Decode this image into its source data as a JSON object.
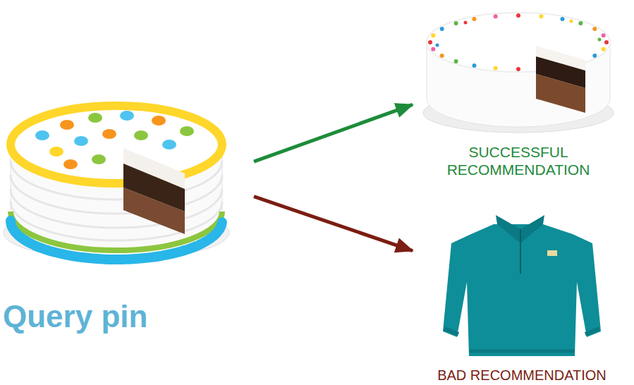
{
  "diagram": {
    "nodes": [
      {
        "text": [
          "Query pin"
        ]
      },
      {
        "text": [
          "SUCCESSFUL RECOMMENDATION"
        ]
      },
      {
        "text": [
          "BAD RECOMMENDATION"
        ]
      }
    ],
    "edges": [
      {
        "from": 0,
        "to": 1,
        "arrow": "to"
      },
      {
        "from": 0,
        "to": 2,
        "arrow": "to"
      }
    ]
  }
}
